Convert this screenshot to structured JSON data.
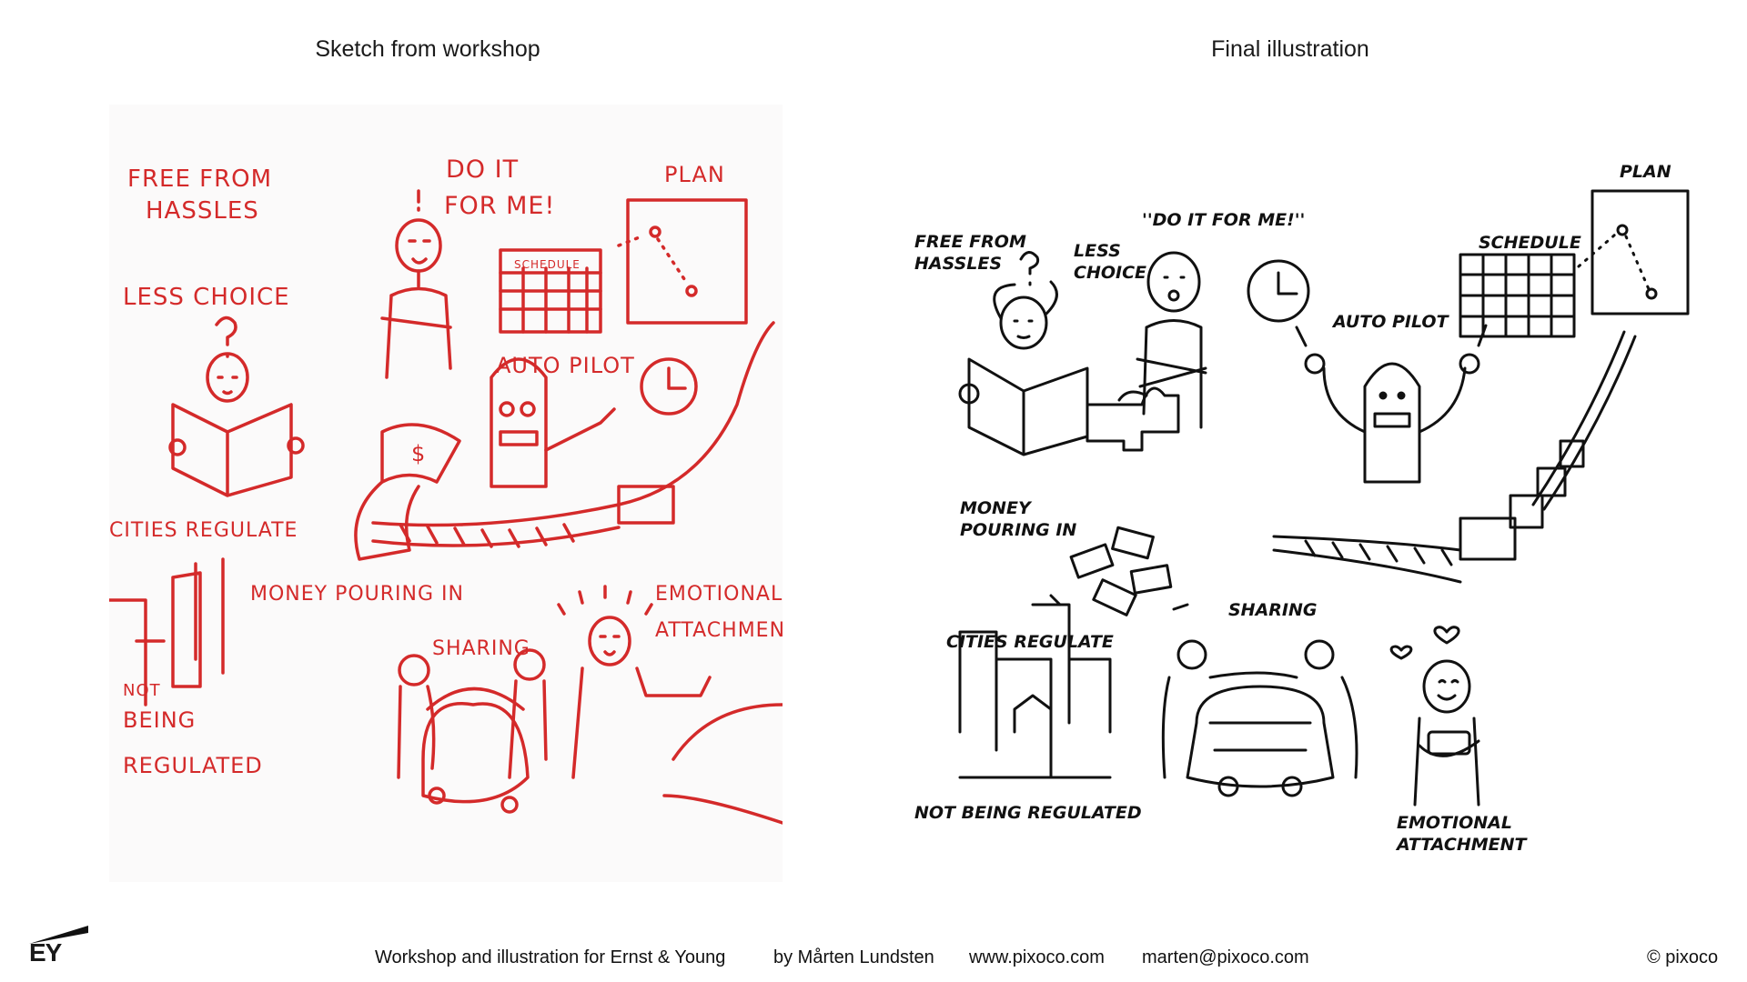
{
  "headings": {
    "left": "Sketch from workshop",
    "right": "Final illustration"
  },
  "sketch_labels": {
    "free_from_hassles": "FREE FROM HASSLES",
    "less_choice": "LESS CHOICE",
    "do_it_for_me": "DO IT FOR ME!",
    "plan": "PLAN",
    "schedule": "SCHEDULE",
    "auto_pilot": "AUTO PILOT",
    "cities_regulate": "CITIES REGULATE",
    "money_pouring_in": "MONEY POURING IN",
    "sharing": "SHARING",
    "emotional_attachment": "EMOTIONAL ATTACHMENT",
    "not_being_regulated": "NOT BEING REGULATED"
  },
  "final_labels": {
    "free_from": "FREE FROM",
    "hassles": "HASSLES",
    "less": "LESS",
    "choice": "CHOICE",
    "do_it_for_me": "''DO IT FOR ME!''",
    "plan": "PLAN",
    "schedule": "SCHEDULE",
    "auto_pilot": "AUTO PILOT",
    "money": "MONEY",
    "pouring_in": "POURING IN",
    "sharing": "SHARING",
    "cities_regulate": "CITIES REGULATE",
    "not_being_regulated": "NOT BEING REGULATED",
    "emotional": "EMOTIONAL",
    "attachment": "ATTACHMENT"
  },
  "footer": {
    "logo": "EY",
    "credit": "Workshop and illustration for Ernst & Young",
    "author": "by Mårten Lundsten",
    "website": "www.pixoco.com",
    "email": "marten@pixoco.com",
    "copyright": "© pixoco"
  },
  "colors": {
    "sketch_red": "#d42a2a",
    "ink": "#111111",
    "logo_yellow": "#ffe600"
  }
}
